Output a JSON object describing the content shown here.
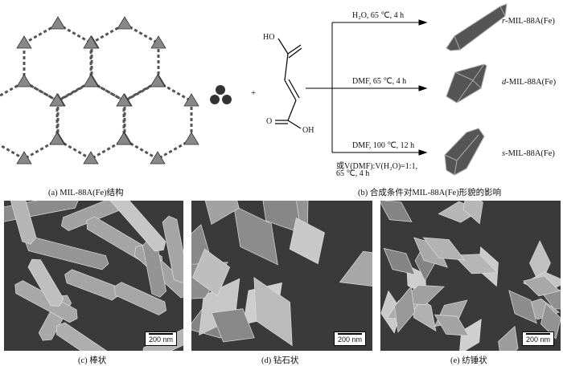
{
  "panel_a": {
    "caption": "(a) MIL-88A(Fe)结构"
  },
  "panel_b": {
    "caption": "(b) 合成条件对MIL-88A(Fe)形貌的影响",
    "reactant_plus": "+",
    "molecule_labels": {
      "top": "HO",
      "bottom_o": "O",
      "bottom_oh": "OH"
    },
    "conditions": [
      {
        "text": "H₂O, 65 ℃, 4 h",
        "product": "r-MIL-88A(Fe)",
        "prefix": "r",
        "suffix": "-MIL-88A(Fe)"
      },
      {
        "text": "DMF, 65 ℃, 4 h",
        "product": "d-MIL-88A(Fe)",
        "prefix": "d",
        "suffix": "-MIL-88A(Fe)"
      },
      {
        "text": "DMF, 100 ℃, 12 h",
        "extra1": "或V(DMF):V(H₂O)=1:1,",
        "extra2": "65 ℃, 4 h",
        "product": "s-MIL-88A(Fe)",
        "prefix": "s",
        "suffix": "-MIL-88A(Fe)"
      }
    ]
  },
  "sem": [
    {
      "caption": "(c) 棒状",
      "scale": "200 nm"
    },
    {
      "caption": "(d) 钻石状",
      "scale": "200 nm"
    },
    {
      "caption": "(e) 纺锤状",
      "scale": "200 nm"
    }
  ],
  "colors": {
    "crystal": "#555555",
    "edge": "#aaaaaa",
    "sem_bg": "#3a3a3a"
  }
}
